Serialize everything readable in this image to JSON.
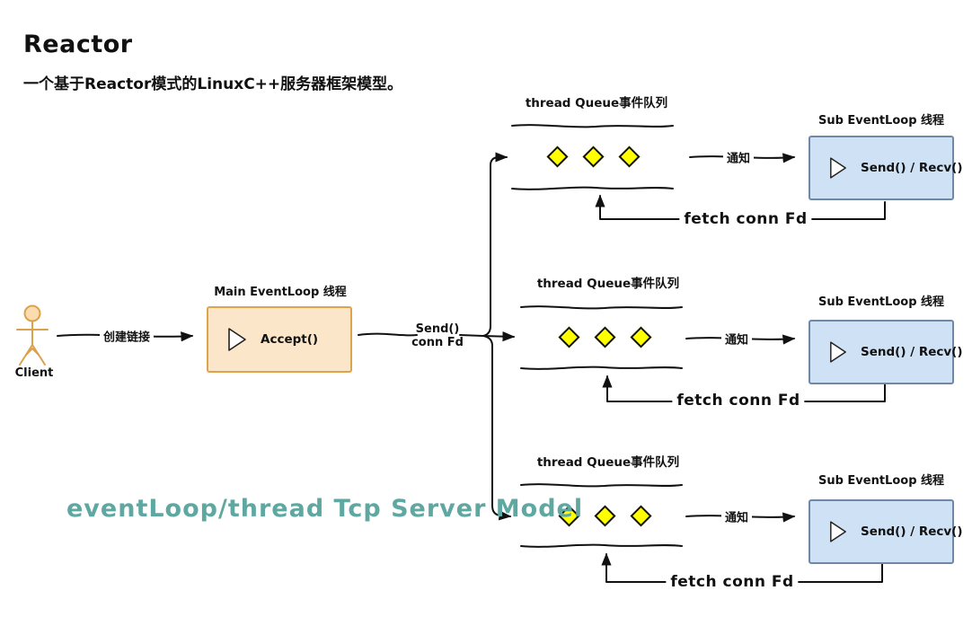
{
  "title": "Reactor",
  "subtitle": "一个基于Reactor模式的LinuxC++服务器框架模型。",
  "caption": "eventLoop/thread Tcp Server Model",
  "client": {
    "label": "Client",
    "connect_label": "创建链接"
  },
  "main_loop": {
    "title": "Main EventLoop 线程",
    "action": "Accept()",
    "send_label_line1": "Send()",
    "send_label_line2": "conn Fd"
  },
  "rows": [
    {
      "queue_title": "thread Queue事件队列",
      "queue_item_count": 3,
      "notify_label": "通知",
      "sub_title": "Sub EventLoop 线程",
      "sub_action": "Send() / Recv()",
      "fetch_label": "fetch conn Fd"
    },
    {
      "queue_title": "thread Queue事件队列",
      "queue_item_count": 3,
      "notify_label": "通知",
      "sub_title": "Sub EventLoop 线程",
      "sub_action": "Send() / Recv()",
      "fetch_label": "fetch conn Fd"
    },
    {
      "queue_title": "thread Queue事件队列",
      "queue_item_count": 3,
      "notify_label": "通知",
      "sub_title": "Sub EventLoop 线程",
      "sub_action": "Send() / Recv()",
      "fetch_label": "fetch conn Fd"
    }
  ],
  "colors": {
    "main-box-fill": "#fce6c9",
    "main-box-border": "#dda44d",
    "sub-box-fill": "#cfe2f5",
    "sub-box-border": "#6f88a8",
    "diamond-fill": "#ffff00",
    "diamond-border": "#111111",
    "caption-teal": "#5fa8a1",
    "line-color": "#111111",
    "actor-stroke": "#dca14d",
    "actor-head-fill": "#fbdcae"
  }
}
